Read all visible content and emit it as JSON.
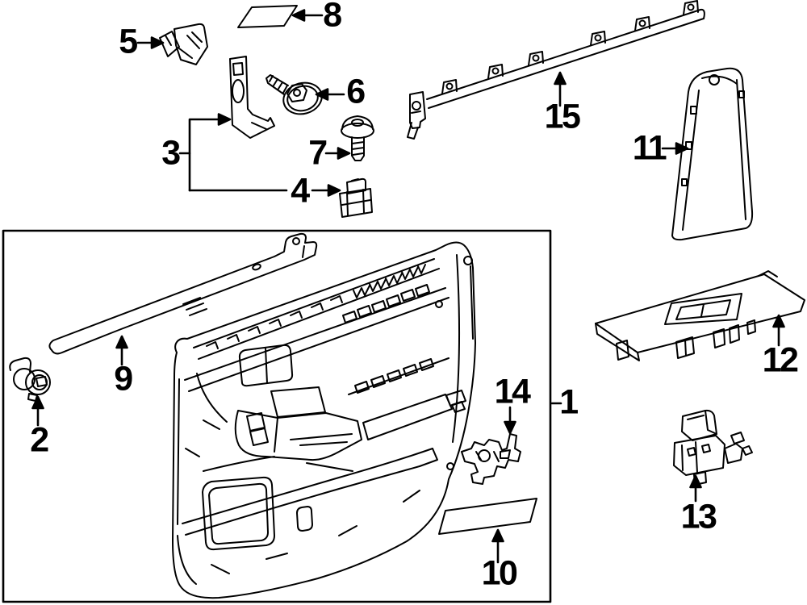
{
  "diagram": {
    "type": "exploded-parts-diagram",
    "description": "Black-and-white exploded line-art diagram of a vehicle front door interior trim panel with numbered part callouts",
    "background_color": "#ffffff",
    "line_color": "#000000",
    "callout_count": "15"
  },
  "callouts": [
    {
      "number": "1"
    },
    {
      "number": "2"
    },
    {
      "number": "3"
    },
    {
      "number": "4"
    },
    {
      "number": "5"
    },
    {
      "number": "6"
    },
    {
      "number": "7"
    },
    {
      "number": "8"
    },
    {
      "number": "9"
    },
    {
      "number": "10"
    },
    {
      "number": "11"
    },
    {
      "number": "12"
    },
    {
      "number": "13"
    },
    {
      "number": "14"
    },
    {
      "number": "15"
    }
  ]
}
